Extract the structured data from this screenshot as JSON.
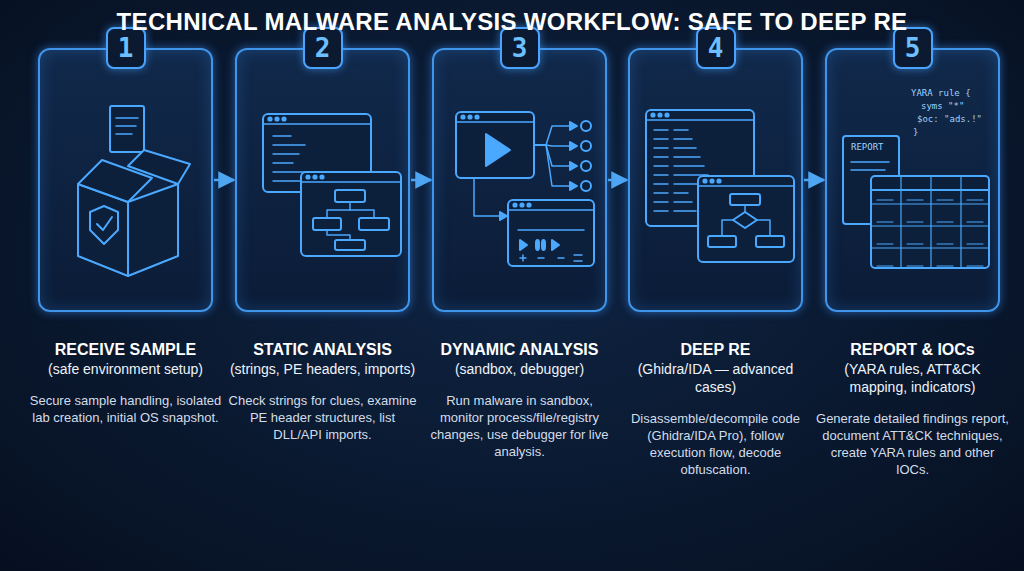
{
  "diagram": {
    "title": "TECHNICAL MALWARE ANALYSIS WORKFLOW: SAFE TO DEEP RE",
    "nodes": [
      {
        "text": [
          "RECEIVE SAMPLE",
          "(safe environment setup)",
          "Secure sample handling, isolated lab creation, initial OS snapshot."
        ]
      },
      {
        "text": [
          "1"
        ],
        "in": 0
      },
      {
        "text": [
          "STATIC ANALYSIS",
          "(strings, PE headers, imports)",
          "Check strings for clues, examine PE header structures, list DLL/API imports."
        ]
      },
      {
        "text": [
          "2"
        ],
        "in": 2
      },
      {
        "text": [
          "DYNAMIC ANALYSIS",
          "(sandbox, debugger)",
          "Run malware in sandbox, monitor process/file/registry changes, use debugger for live analysis."
        ]
      },
      {
        "text": [
          "3"
        ],
        "in": 4
      },
      {
        "text": [
          "DEEP RE",
          "(Ghidra/IDA — advanced cases)",
          "Disassemble/decompile code (Ghidra/IDA Pro), follow execution flow, decode obfuscation."
        ]
      },
      {
        "text": [
          "4"
        ],
        "in": 6
      },
      {
        "text": [
          "REPORT & IOCs",
          "(YARA rules, ATT&CK mapping, indicators)",
          "Generate detailed findings report, document ATT&CK techniques, create YARA rules and other IOCs."
        ]
      },
      {
        "text": [
          "5"
        ],
        "in": 8
      }
    ],
    "edges": [
      {
        "from": 0,
        "to": 2,
        "arrow": "to"
      },
      {
        "from": 2,
        "to": 4,
        "arrow": "to"
      },
      {
        "from": 4,
        "to": 6,
        "arrow": "to"
      },
      {
        "from": 6,
        "to": 8,
        "arrow": "to"
      }
    ],
    "labels": [
      "REPORT",
      "YARA rule {",
      "syms \"*\"",
      "$oc: \"ads.!\"",
      "}"
    ]
  }
}
